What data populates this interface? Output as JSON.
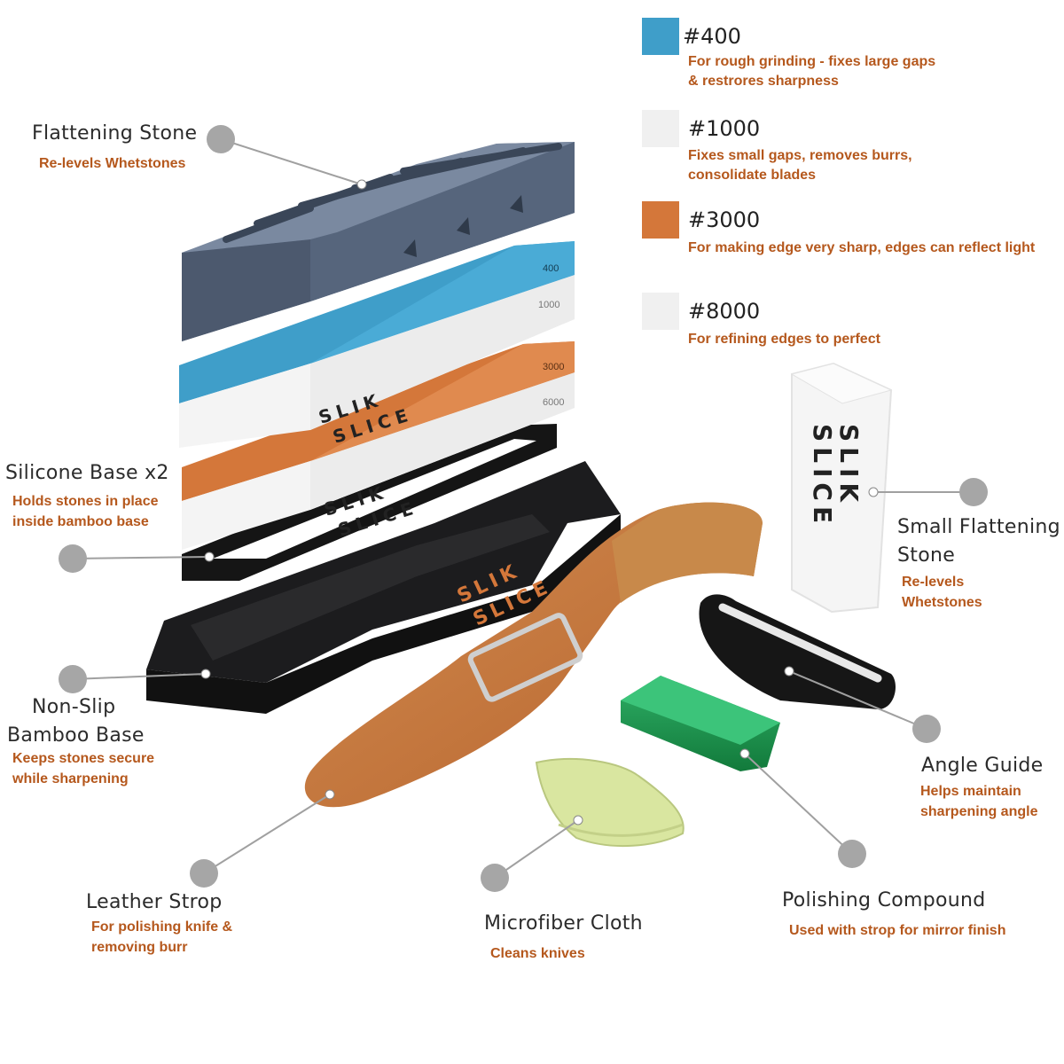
{
  "legend": [
    {
      "grit": "#400",
      "color": "#3f9ec9",
      "lines": [
        "For rough grinding - fixes large gaps",
        "& restrores sharpness"
      ]
    },
    {
      "grit": "#1000",
      "color": "#f0f0f0",
      "lines": [
        "Fixes small gaps, removes burrs,",
        "consolidate blades"
      ]
    },
    {
      "grit": "#3000",
      "color": "#d4773a",
      "lines": [
        "For making edge very sharp, edges can reflect light"
      ]
    },
    {
      "grit": "#8000",
      "color": "#f0f0f0",
      "lines": [
        "For refining edges to perfect"
      ]
    }
  ],
  "callouts": {
    "flattening_stone": {
      "title": "Flattening Stone",
      "desc": [
        "Re-levels Whetstones"
      ]
    },
    "silicone_base": {
      "title": "Silicone Base x2",
      "desc": [
        "Holds stones in place",
        "inside bamboo base"
      ]
    },
    "bamboo_base": {
      "title": [
        "Non-Slip",
        "Bamboo Base"
      ],
      "desc": [
        "Keeps stones secure",
        "while sharpening"
      ]
    },
    "leather_strop": {
      "title": "Leather Strop",
      "desc": [
        "For polishing knife &",
        "removing burr"
      ]
    },
    "microfiber_cloth": {
      "title": "Microfiber Cloth",
      "desc": [
        "Cleans knives"
      ]
    },
    "polishing_compound": {
      "title": "Polishing Compound",
      "desc": [
        "Used with strop for mirror finish"
      ]
    },
    "angle_guide": {
      "title": "Angle Guide",
      "desc": [
        "Helps maintain",
        "sharpening angle"
      ]
    },
    "small_flattening_stone": {
      "title": [
        "Small Flattening",
        "Stone"
      ],
      "desc": [
        "Re-levels",
        "Whetstones"
      ]
    }
  },
  "product_marks": {
    "stone1_grit_top": "400",
    "stone1_grit_bottom": "1000",
    "stone2_grit_top": "3000",
    "stone2_grit_bottom": "6000",
    "brand_line1": "SLIK",
    "brand_line2": "SLICE"
  },
  "colors": {
    "callout_dot": "#a6a6a6",
    "callout_line": "#a0a0a0",
    "desc_text": "#b5581d",
    "stone_blue": "#3f9ec9",
    "stone_orange": "#d4773a",
    "flattening_stone": "#4b5a70",
    "base_black": "#1c1c1e",
    "leather": "#c97a42",
    "compound_green": "#1f8f4a",
    "cloth": "#d9e6a0"
  }
}
